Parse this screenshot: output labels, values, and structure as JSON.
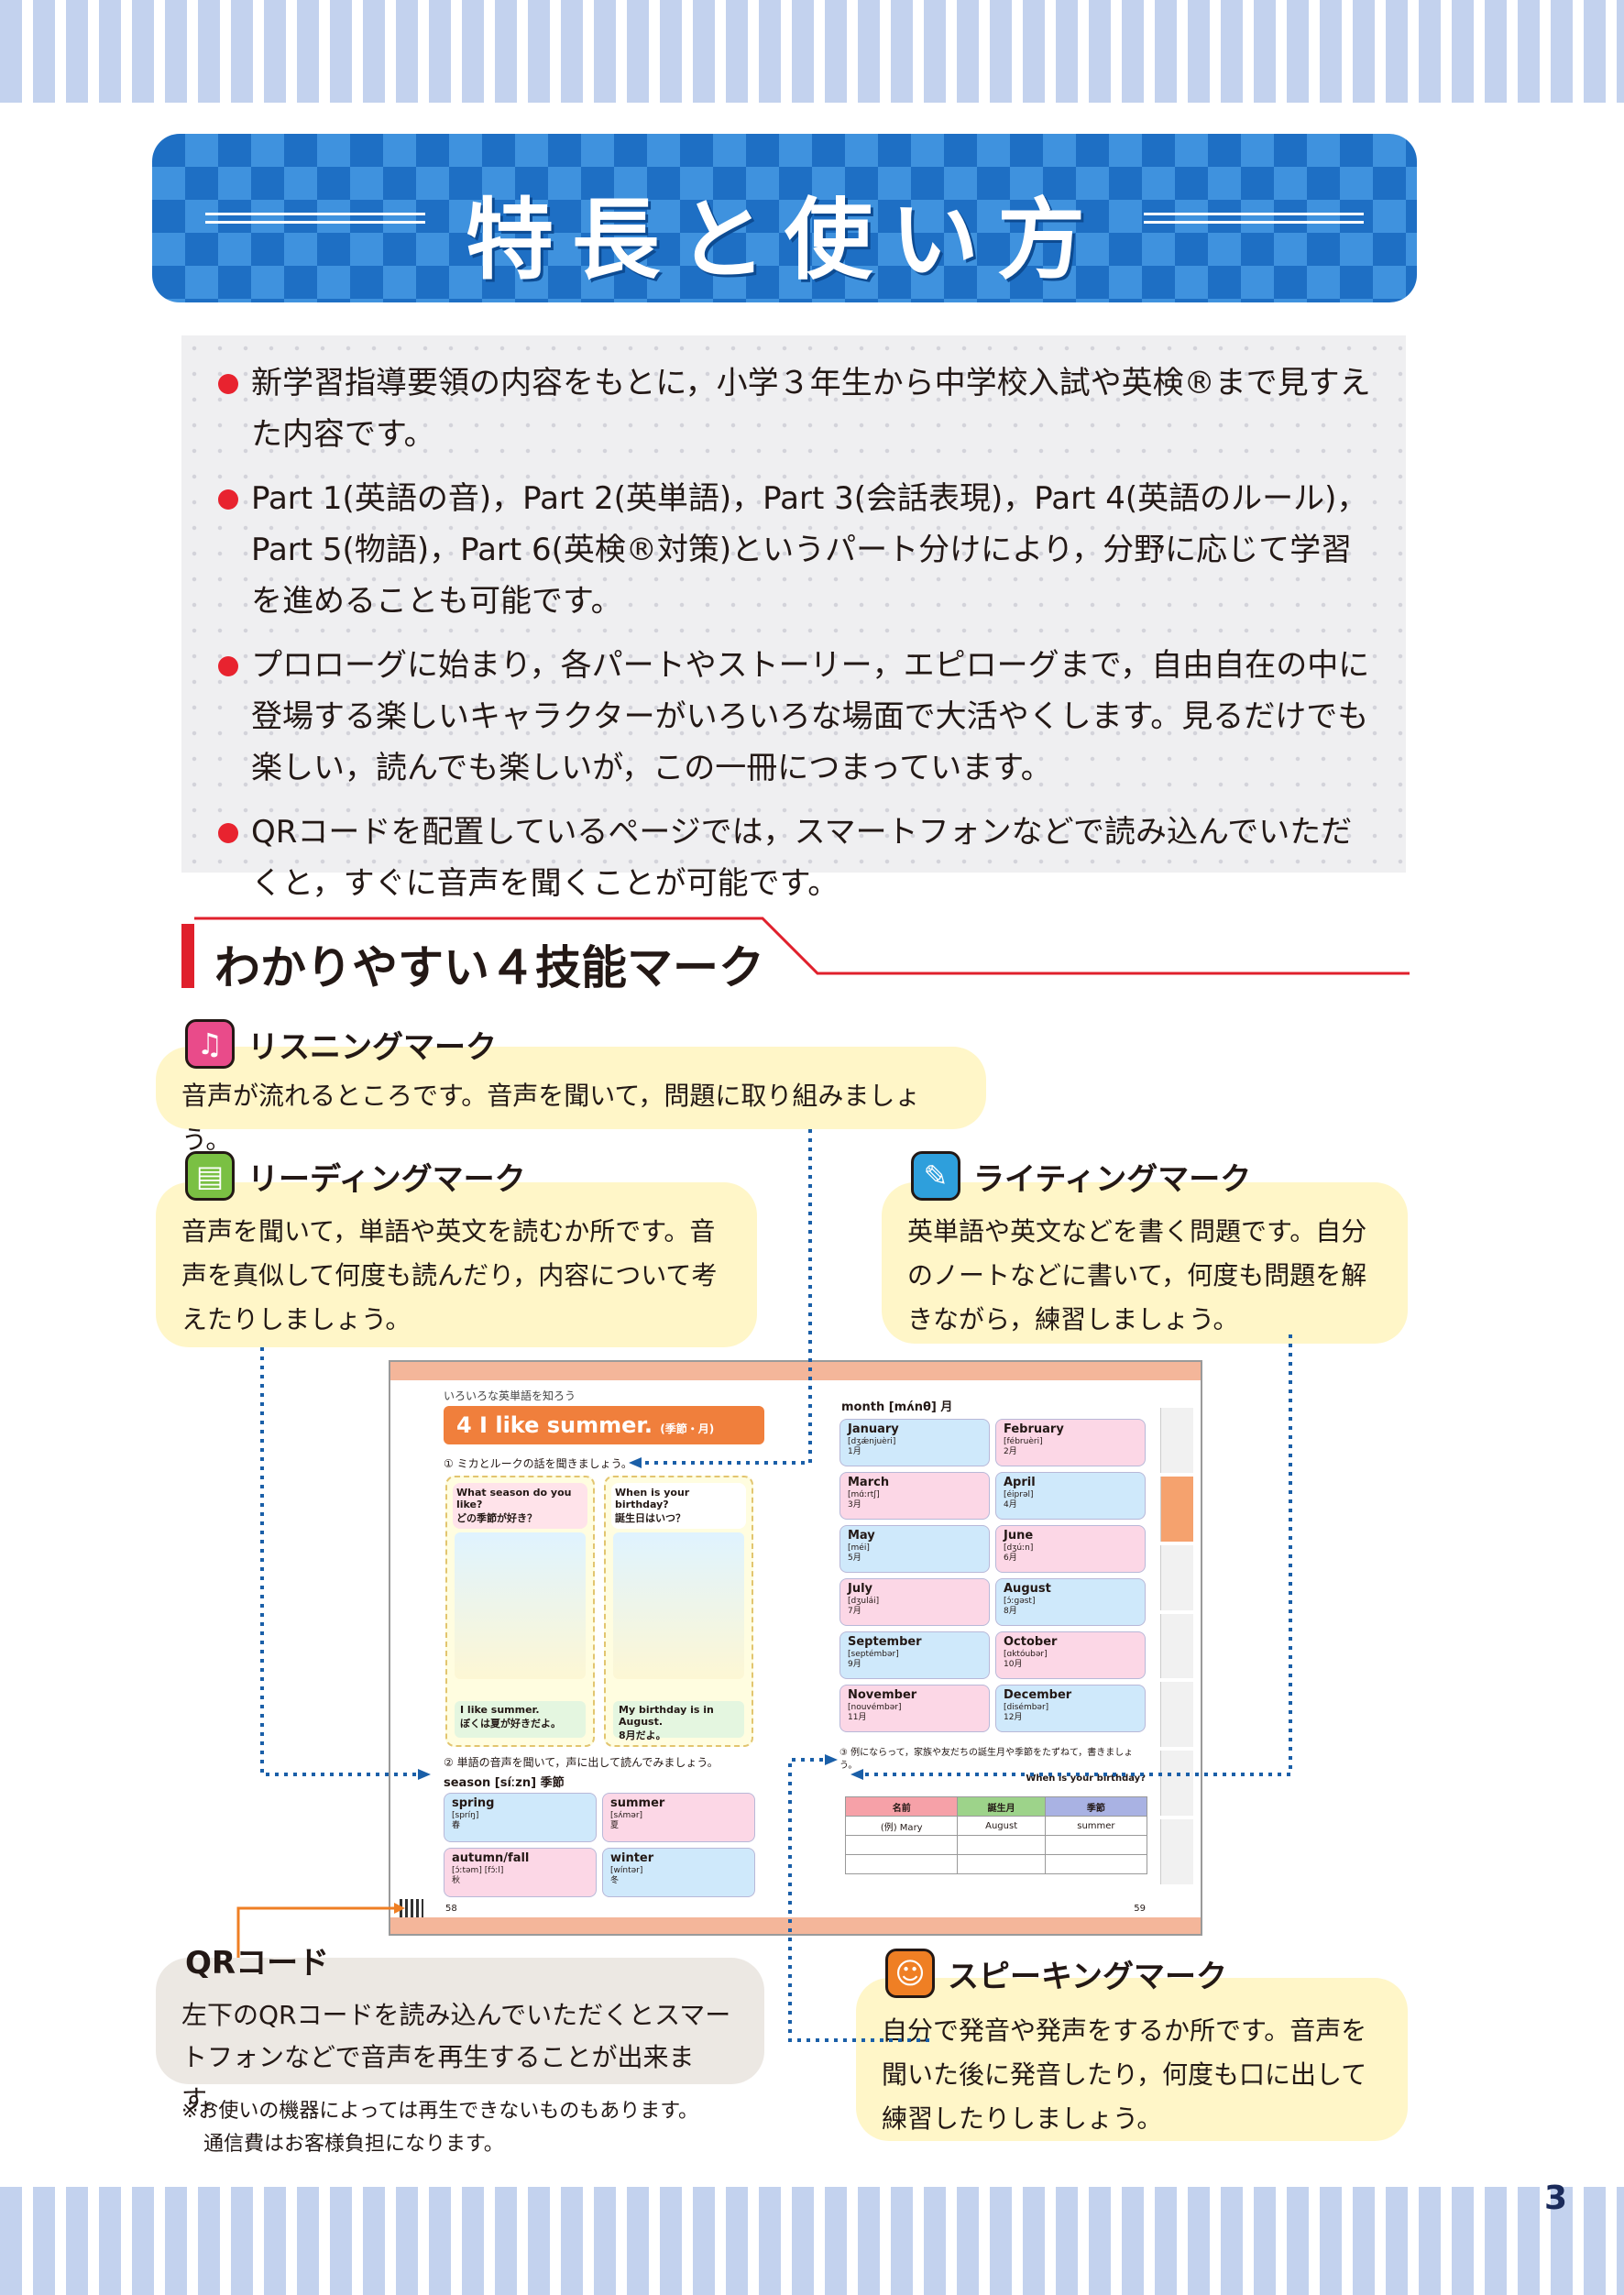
{
  "title": "特長と使い方",
  "intro": {
    "bullets": [
      "新学習指導要領の内容をもとに，小学３年生から中学校入試や英検®まで見すえた内容です。",
      "Part 1(英語の音)，Part 2(英単語)，Part 3(会話表現)，Part 4(英語のルール)，Part 5(物語)，Part 6(英検®対策)というパート分けにより，分野に応じて学習を進めることも可能です。",
      "プロローグに始まり，各パートやストーリー，エピローグまで，自由自在の中に登場する楽しいキャラクターがいろいろな場面で大活やくします。見るだけでも楽しい，読んでも楽しいが，この一冊につまっています。",
      "QRコードを配置しているページでは，スマートフォンなどで読み込んでいただくと，すぐに音声を聞くことが可能です。"
    ]
  },
  "section_heading": "わかりやすい４技能マーク",
  "marks": {
    "listening": {
      "title": "リスニングマーク",
      "icon": "headphones-icon",
      "text": "音声が流れるところです。音声を聞いて，問題に取り組みましょう。"
    },
    "reading": {
      "title": "リーディングマーク",
      "icon": "book-reader-icon",
      "text": "音声を聞いて，単語や英文を読むか所です。音声を真似して何度も読んだり，内容について考えたりしましょう。"
    },
    "writing": {
      "title": "ライティングマーク",
      "icon": "pencil-icon",
      "text": "英単語や英文などを書く問題です。自分のノートなどに書いて，何度も問題を解きながら，練習しましょう。"
    },
    "speaking": {
      "title": "スピーキングマーク",
      "icon": "speaking-face-icon",
      "text": "自分で発音や発声をするか所です。音声を聞いた後に発音したり，何度も口に出して練習したりしましょう。"
    },
    "qr": {
      "title": "QRコード",
      "text": "左下のQRコードを読み込んでいただくとスマートフォンなどで音声を再生することが出来ます。"
    }
  },
  "note": {
    "line1": "※お使いの機器によっては再生できないものもあります。",
    "line2": "通信費はお客様負担になります。"
  },
  "sample": {
    "header": "いろいろな英単語を知ろう",
    "lesson": "4  I like summer.",
    "lesson_sub": "(季節・月)",
    "step1": "① ミカとルークの話を聞きましょう。",
    "panel1_q": "What season do you like?",
    "panel1_jp": "どの季節が好き？",
    "panel1_a": "I like summer.",
    "panel1_a_jp": "ぼくは夏が好きだよ。",
    "panel2_q": "When is your birthday?",
    "panel2_jp": "誕生日はいつ？",
    "panel2_a": "My birthday is in August.",
    "panel2_a_jp": "8月だよ。",
    "step2": "② 単語の音声を聞いて，声に出して読んでみましょう。",
    "season_label": "season [síːzn] 季節",
    "seasons": [
      {
        "en": "spring",
        "ipa": "[spríŋ]",
        "jp": "春"
      },
      {
        "en": "summer",
        "ipa": "[sʌ́mər]",
        "jp": "夏"
      },
      {
        "en": "autumn/fall",
        "ipa": "[ɔ́ːtəm] [fɔ́ːl]",
        "jp": "秋"
      },
      {
        "en": "winter",
        "ipa": "[wíntər]",
        "jp": "冬"
      }
    ],
    "month_label": "month [mʌ́nθ] 月",
    "months": [
      {
        "en": "January",
        "ipa": "[dʒǽnjuèri]",
        "jp": "1月"
      },
      {
        "en": "February",
        "ipa": "[fébruèri]",
        "jp": "2月"
      },
      {
        "en": "March",
        "ipa": "[mɑ́ːrtʃ]",
        "jp": "3月"
      },
      {
        "en": "April",
        "ipa": "[éiprəl]",
        "jp": "4月"
      },
      {
        "en": "May",
        "ipa": "[méi]",
        "jp": "5月"
      },
      {
        "en": "June",
        "ipa": "[dʒúːn]",
        "jp": "6月"
      },
      {
        "en": "July",
        "ipa": "[dʒulái]",
        "jp": "7月"
      },
      {
        "en": "August",
        "ipa": "[ɔ́ːgəst]",
        "jp": "8月"
      },
      {
        "en": "September",
        "ipa": "[septémbər]",
        "jp": "9月"
      },
      {
        "en": "October",
        "ipa": "[ɑktóubər]",
        "jp": "10月"
      },
      {
        "en": "November",
        "ipa": "[nouvémbər]",
        "jp": "11月"
      },
      {
        "en": "December",
        "ipa": "[disémbər]",
        "jp": "12月"
      }
    ],
    "step3": "③ 例にならって，家族や友だちの誕生月や季節をたずねて，書きましょう。",
    "step3_q": "When is your birthday?",
    "table_headers": [
      "名前",
      "誕生月",
      "季節"
    ],
    "table_example": [
      "(例) Mary",
      "August",
      "summer"
    ],
    "page_left": "58",
    "page_right": "59"
  },
  "page_number": "3",
  "colors": {
    "banner_blue": "#1e6fc4",
    "accent_red": "#e0202c",
    "callout_yellow": "#fff6c8",
    "connector_blue": "#1a5fa8",
    "qr_arrow_orange": "#ef7f24"
  }
}
